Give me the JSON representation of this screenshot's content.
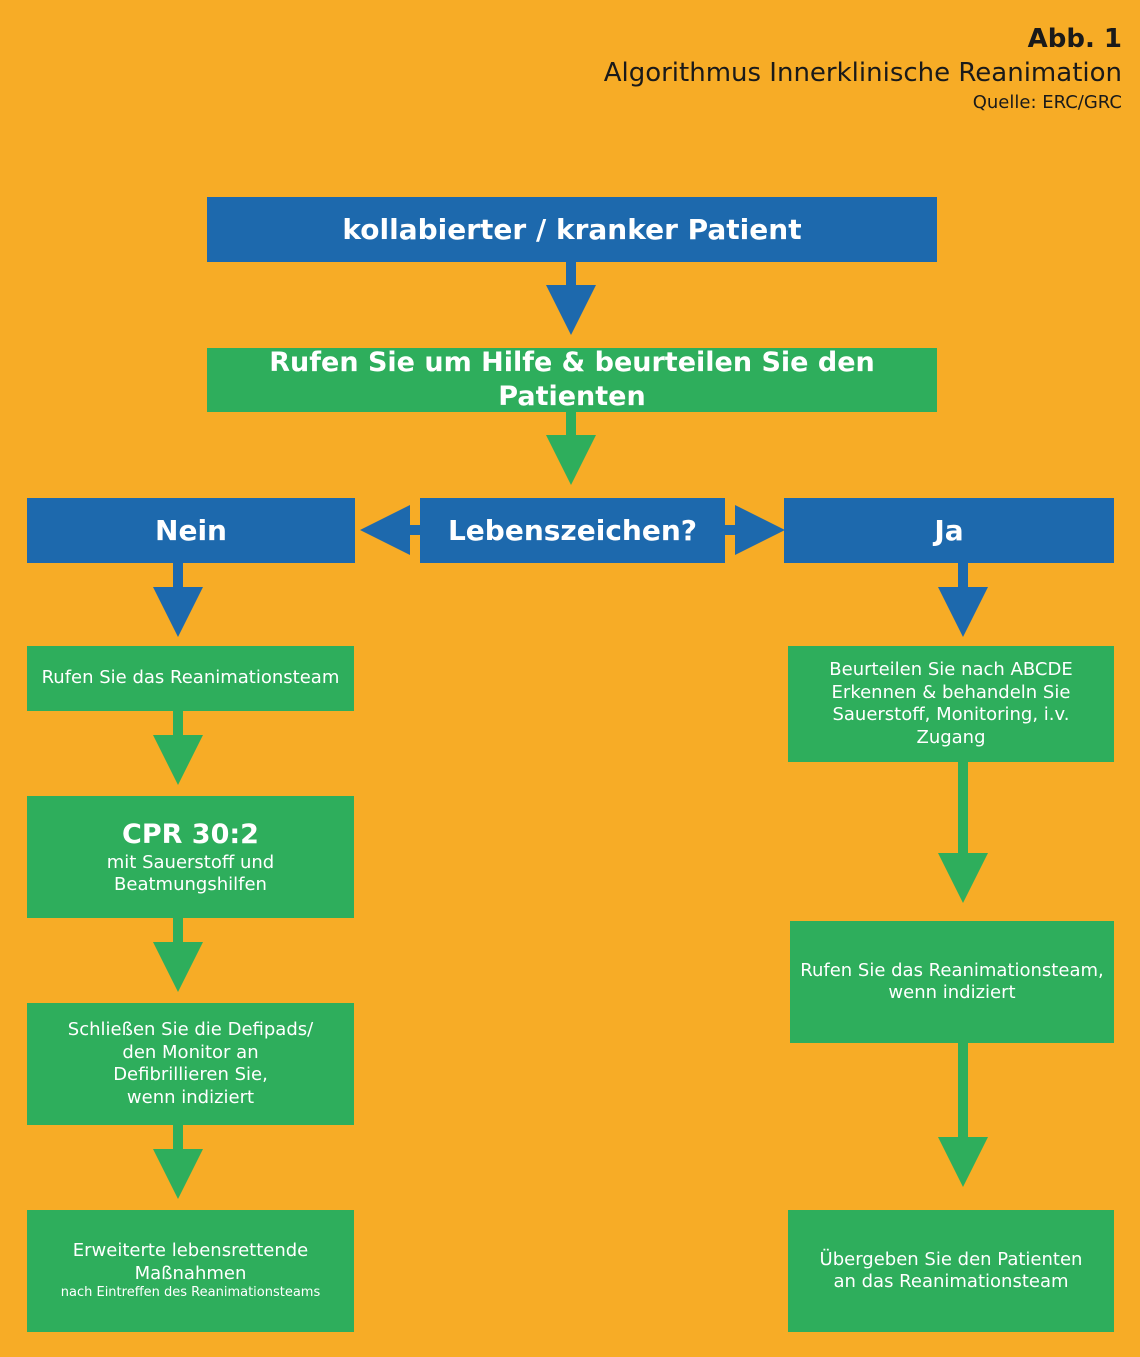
{
  "header": {
    "figure_label": "Abb. 1",
    "title": "Algorithmus Innerklinische Reanimation",
    "source": "Quelle: ERC/GRC"
  },
  "nodes": {
    "patient": "kollabierter / kranker Patient",
    "help": "Rufen Sie um Hilfe & beurteilen Sie den Patienten",
    "vital_signs": "Lebenszeichen?",
    "no": "Nein",
    "yes": "Ja",
    "call_team": "Rufen Sie das Reanimationsteam",
    "cpr_title": "CPR 30:2",
    "cpr_line1": "mit Sauerstoff und",
    "cpr_line2": "Beatmungshilfen",
    "defib_line1": "Schließen Sie die Defipads/",
    "defib_line2": "den Monitor an",
    "defib_line3": "Defibrillieren Sie,",
    "defib_line4": "wenn indiziert",
    "als_line1": "Erweiterte lebensrettende",
    "als_line2": "Maßnahmen",
    "als_line3": "nach Eintreffen des Reanimationsteams",
    "abcde_line1": "Beurteilen Sie nach ABCDE",
    "abcde_line2": "Erkennen & behandeln Sie",
    "abcde_line3": "Sauerstoff, Monitoring, i.v. Zugang",
    "call_team_if_line1": "Rufen Sie das Reanimationsteam,",
    "call_team_if_line2": "wenn indiziert",
    "handover_line1": "Übergeben Sie den Patienten",
    "handover_line2": "an das Reanimationsteam"
  },
  "colors": {
    "background": "#f7ac26",
    "blue_box": "#1d69ad",
    "green_box": "#2eae5c"
  }
}
